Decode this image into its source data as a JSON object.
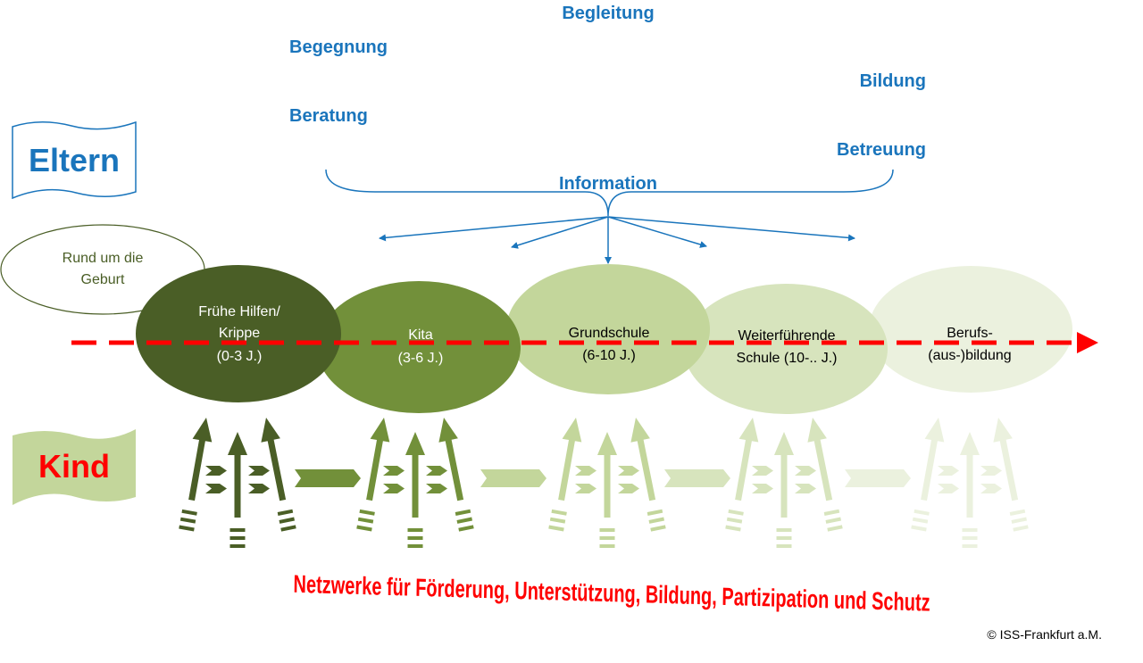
{
  "colors": {
    "blue": "#1a75bc",
    "red": "#ff0000",
    "dark_green": "#4a5e26",
    "stage_colors": [
      "#4a5e26",
      "#72903a",
      "#c3d69b",
      "#d7e4bd",
      "#ebf1de"
    ],
    "arrow_colors": [
      "#4a5e26",
      "#72903a",
      "#c3d69b",
      "#d7e4bd",
      "#ebf1de"
    ]
  },
  "eltern": {
    "label": "Eltern"
  },
  "kind": {
    "label": "Kind"
  },
  "offers": {
    "begleitung": "Begleitung",
    "begegnung": "Begegnung",
    "bildung": "Bildung",
    "beratung": "Beratung",
    "betreuung": "Betreuung",
    "information": "Information"
  },
  "birth": {
    "line1": "Rund um die",
    "line2": "Geburt"
  },
  "stages": [
    {
      "line1": "Frühe Hilfen/",
      "line2": "Krippe",
      "line3": "(0-3 J.)"
    },
    {
      "line1": "Kita",
      "line2": "(3-6 J.)"
    },
    {
      "line1": "Grundschule",
      "line2": "(6-10 J.)"
    },
    {
      "line1": "Weiterführende",
      "line2": "Schule (10-.. J.)"
    },
    {
      "line1": "Berufs-",
      "line2": "(aus-)bildung"
    }
  ],
  "footer": {
    "networks": "Netzwerke für Förderung, Unterstützung, Bildung, Partizipation und Schutz",
    "copyright": "© ISS-Frankfurt a.M."
  }
}
